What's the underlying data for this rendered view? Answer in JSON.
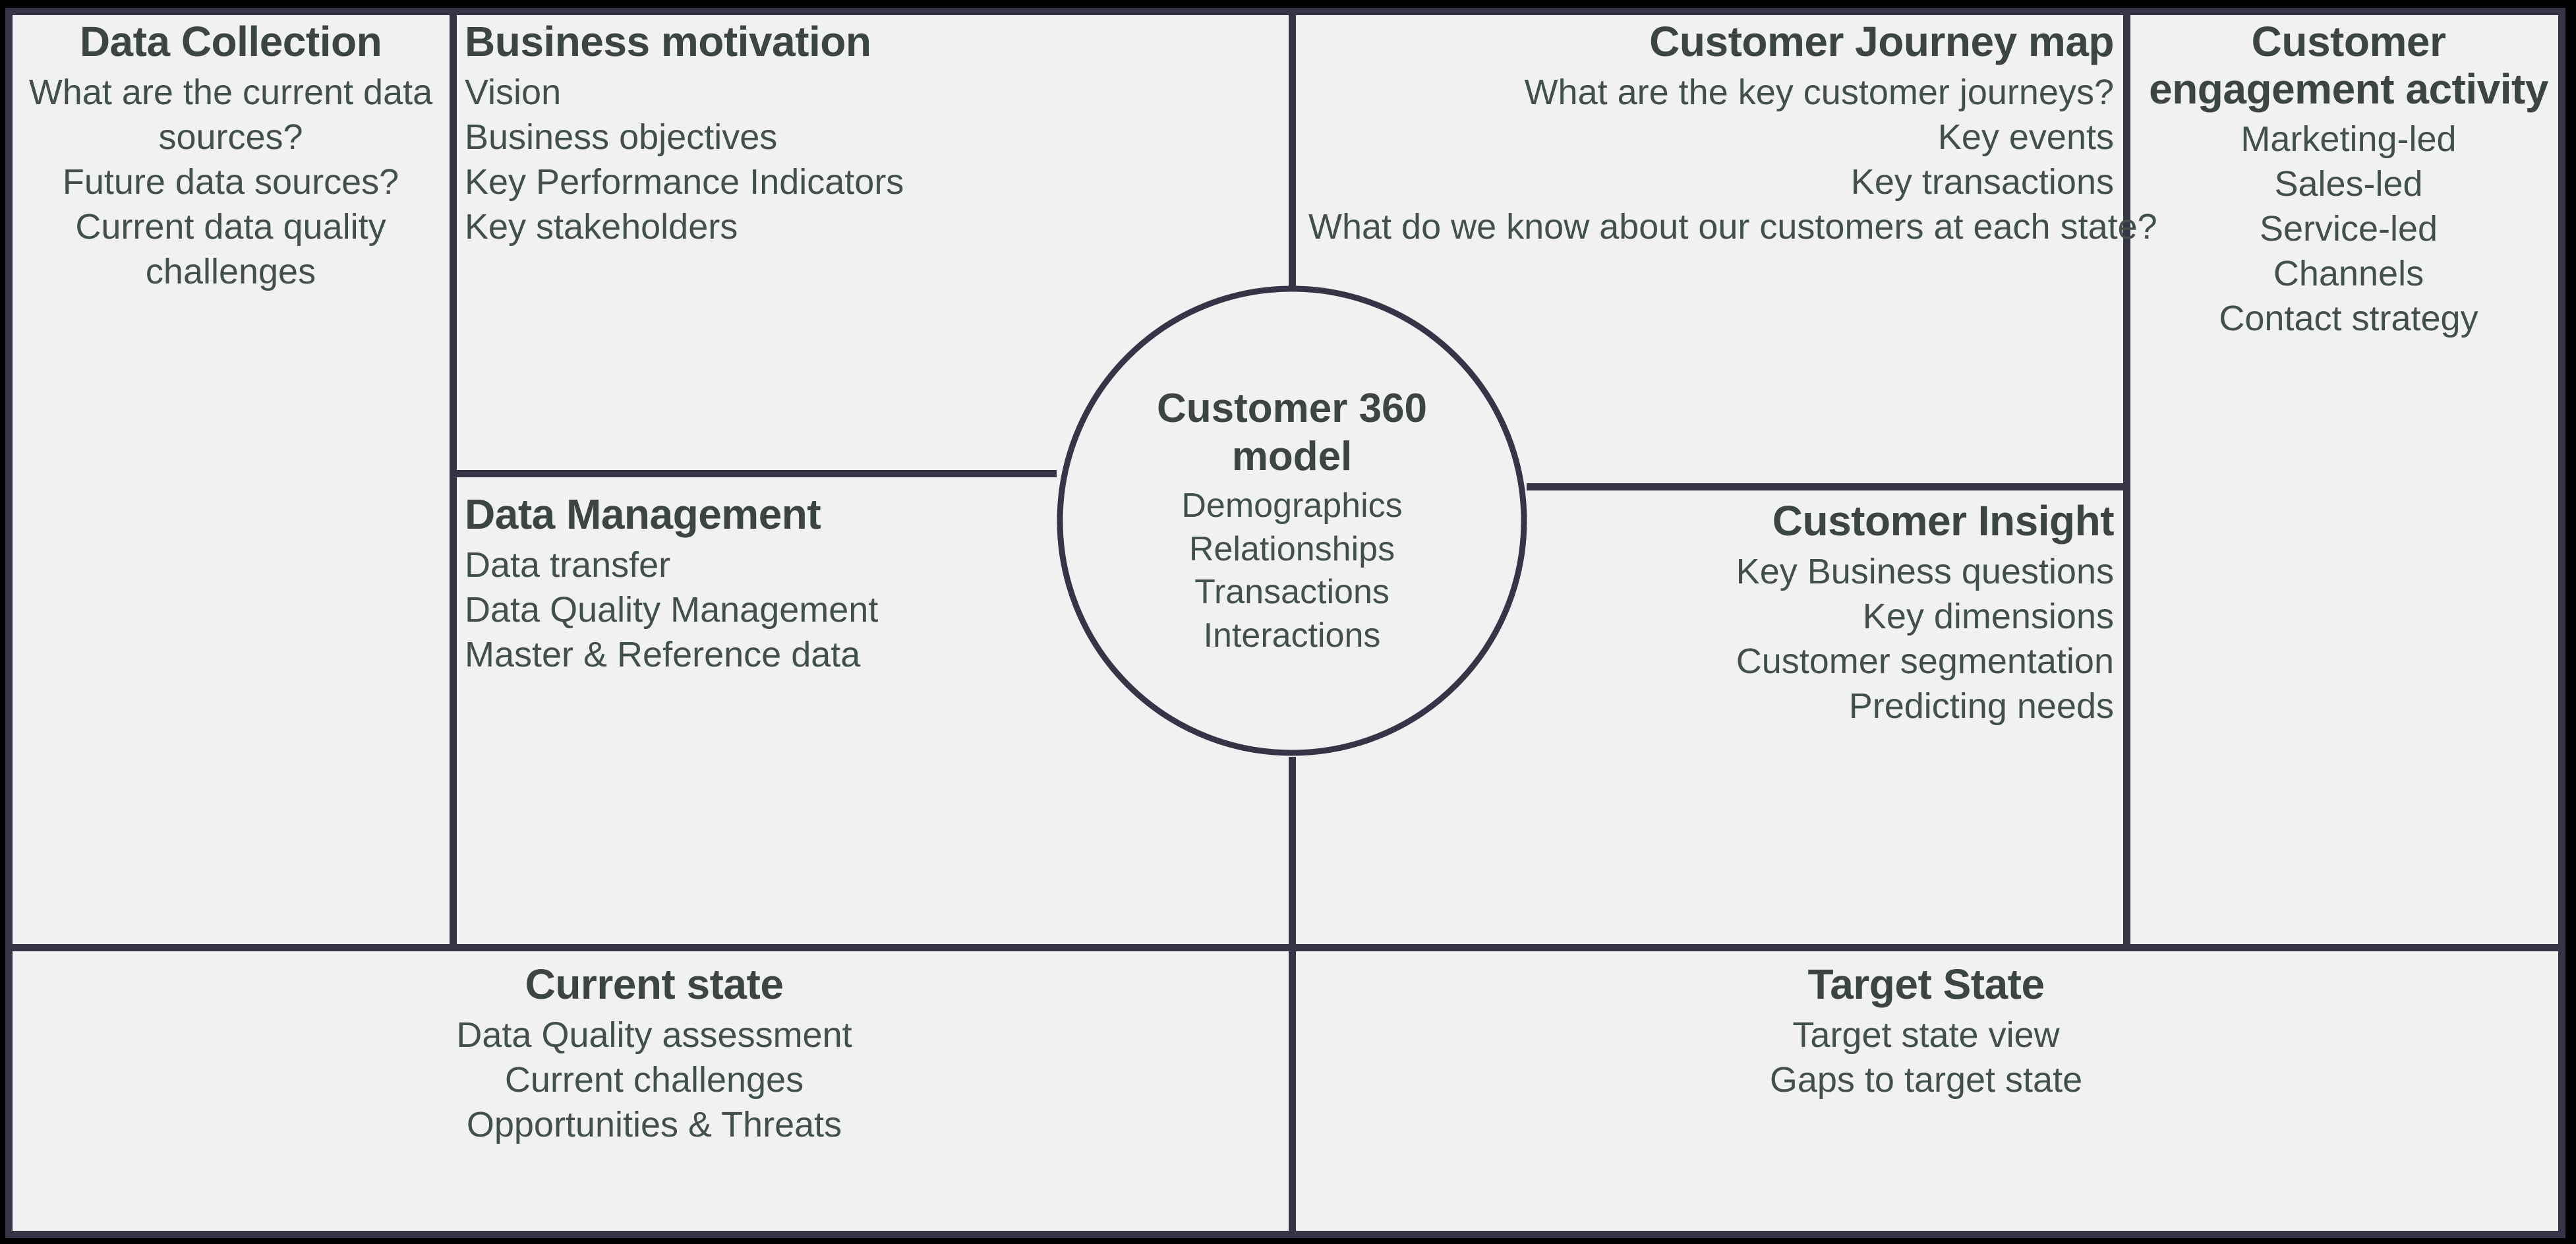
{
  "colors": {
    "background": "#f1f1f1",
    "line": "#363447",
    "heading_text": "#3c4543",
    "body_text": "#435049",
    "outer": "#000000"
  },
  "center": {
    "title": "Customer 360 model",
    "items": [
      "Demographics",
      "Relationships",
      "Transactions",
      "Interactions"
    ]
  },
  "panels": {
    "data_collection": {
      "title": "Data Collection",
      "items": [
        "What are the current data sources?",
        "Future data sources?",
        "Current data quality challenges"
      ]
    },
    "business_motivation": {
      "title": "Business motivation",
      "items": [
        "Vision",
        "Business objectives",
        "Key Performance Indicators",
        "Key stakeholders"
      ]
    },
    "customer_journey_map": {
      "title": "Customer Journey map",
      "items": [
        "What are the key customer journeys?",
        "Key events",
        "Key transactions",
        "What do we know about our customers at each state?"
      ]
    },
    "customer_engagement_activity": {
      "title": "Customer engagement activity",
      "items": [
        "Marketing-led",
        "Sales-led",
        "Service-led",
        "Channels",
        "Contact strategy"
      ]
    },
    "data_management": {
      "title": "Data Management",
      "items": [
        "Data transfer",
        "Data Quality Management",
        "Master & Reference data"
      ]
    },
    "customer_insight": {
      "title": "Customer Insight",
      "items": [
        "Key Business questions",
        "Key dimensions",
        "Customer segmentation",
        "Predicting needs"
      ]
    },
    "current_state": {
      "title": "Current state",
      "items": [
        "Data Quality assessment",
        "Current challenges",
        "Opportunities & Threats"
      ]
    },
    "target_state": {
      "title": "Target State",
      "items": [
        "Target state view",
        "Gaps to target state"
      ]
    }
  }
}
